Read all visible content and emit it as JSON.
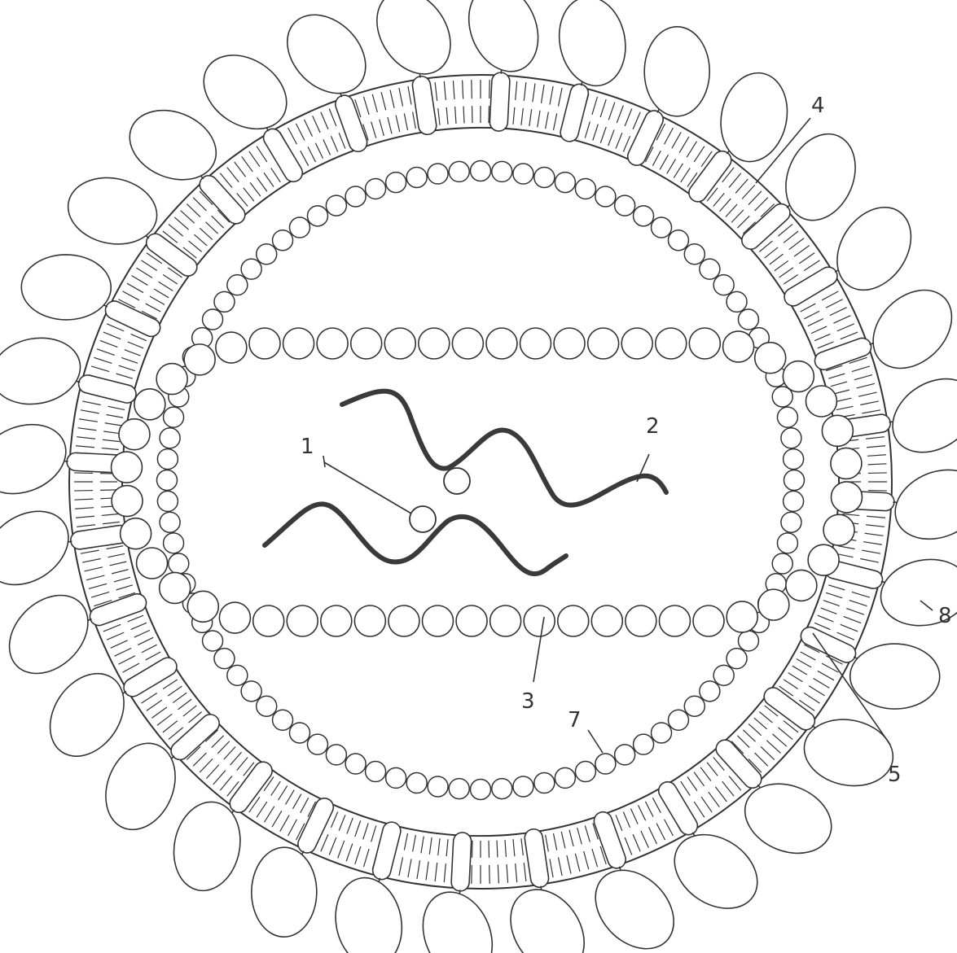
{
  "callouts": [
    {
      "id": "label-1",
      "text": "1"
    },
    {
      "id": "label-2",
      "text": "2"
    },
    {
      "id": "label-3",
      "text": "3"
    },
    {
      "id": "label-4",
      "text": "4"
    },
    {
      "id": "label-5",
      "text": "5"
    },
    {
      "id": "label-7",
      "text": "7"
    },
    {
      "id": "label-8",
      "text": "8"
    }
  ],
  "colors": {
    "line": "#333333",
    "genome": "#3a3a3a",
    "background": "#ffffff"
  }
}
